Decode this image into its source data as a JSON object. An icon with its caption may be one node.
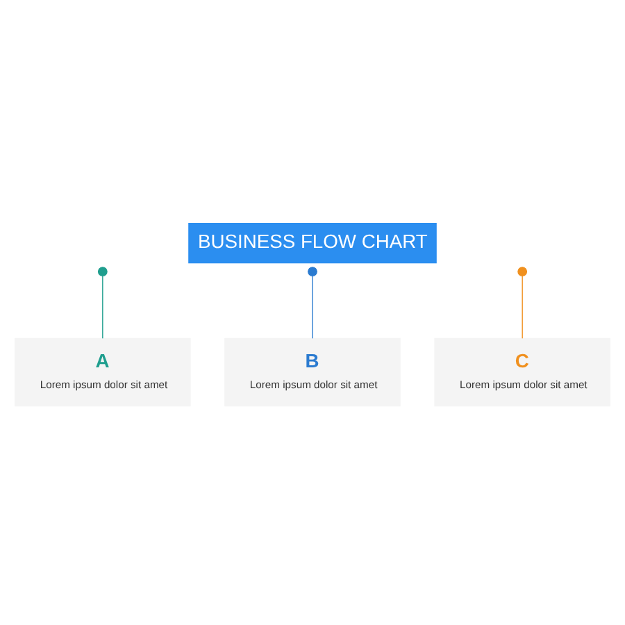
{
  "diagram": {
    "title": "BUSINESS FLOW CHART",
    "nodes": [
      {
        "text": [],
        "shape": "circle"
      },
      {
        "text": [],
        "shape": "circle"
      },
      {
        "text": [],
        "shape": "circle"
      },
      {
        "text": [
          "A",
          "Lorem ipsum dolor sit amet"
        ]
      },
      {
        "text": [
          "B",
          "Lorem ipsum dolor sit amet"
        ]
      },
      {
        "text": [
          "C",
          "Lorem ipsum dolor sit amet"
        ]
      }
    ],
    "edges": [
      {
        "from": 0,
        "to": 3,
        "arrow": "none",
        "color": "#1f9e8e"
      },
      {
        "from": 1,
        "to": 4,
        "arrow": "none",
        "color": "#2b7bd0"
      },
      {
        "from": 2,
        "to": 5,
        "arrow": "none",
        "color": "#f0901e"
      }
    ]
  }
}
